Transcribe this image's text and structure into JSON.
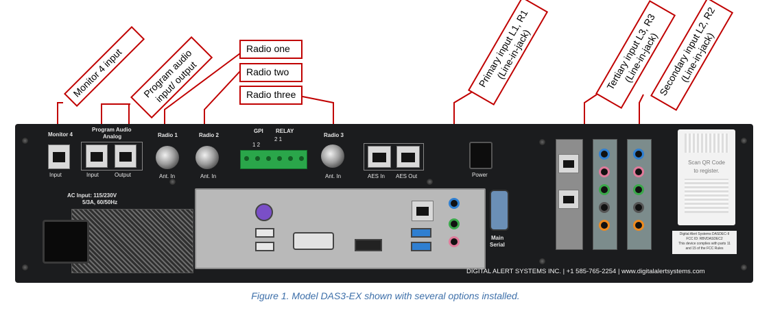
{
  "callouts": {
    "monitor4": "Monitor 4 input",
    "program_audio_l1": "Program audio",
    "program_audio_l2": "input/ output",
    "radio_one": "Radio one",
    "radio_two": "Radio two",
    "radio_three": "Radio three",
    "primary_l1": "Primary input L1, R1",
    "primary_l2": "(Line-in-jack)",
    "tertiary_l1": "Tertiary input L3, R3",
    "tertiary_l2": "(Line-in-jack)",
    "secondary_l1": "Secondary input L2, R2",
    "secondary_l2": "(Line-in-jack)"
  },
  "panel_labels": {
    "monitor4": "Monitor 4",
    "program_audio": "Program Audio",
    "analog": "Analog",
    "input": "Input",
    "output": "Output",
    "radio1": "Radio 1",
    "radio2": "Radio 2",
    "radio3": "Radio 3",
    "ant_in": "Ant. In",
    "gpi": "GPI",
    "relay": "RELAY",
    "gpi_nums": "1   2",
    "relay_nums": "2    1",
    "aes_in": "AES In",
    "aes_out": "AES Out",
    "power": "Power",
    "main": "Main",
    "serial": "Serial",
    "ac_input": "AC Input: 115/230V",
    "ac_rating": "5/3A, 60/50Hz",
    "company": "DIGITAL ALERT SYSTEMS INC.  |  +1 585-765-2254  |  www.digitalalertsystems.com",
    "qr_l1": "Scan QR Code",
    "qr_l2": "to register.",
    "sticker_l1": "Digital Alert Systems DASDEC-II",
    "sticker_l2": "FCC ID: RBVDASDEC2",
    "sticker_l3": "This device complies with parts 11",
    "sticker_l4": "and 15 of the FCC Rules"
  },
  "caption": "Figure 1. Model DAS3-EX shown with several options installed.",
  "colors": {
    "callout_border": "#c00000",
    "caption": "#3d6fa9",
    "panel": "#1b1c1e",
    "jack_blue": "#2f7fd1",
    "jack_green": "#3aa84a",
    "jack_pink": "#e07a9a",
    "jack_orange": "#ef8a1e",
    "terminal_green": "#2aa64a"
  }
}
